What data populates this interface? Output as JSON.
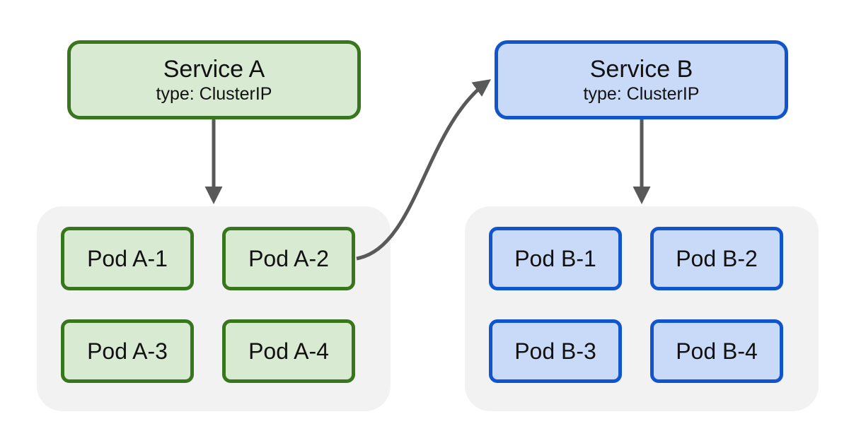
{
  "colors": {
    "green_fill": "#d9ead3",
    "green_border": "#38761d",
    "blue_fill": "#c9daf8",
    "blue_border": "#1155cc",
    "group_background": "#f2f2f2",
    "arrow": "#595959"
  },
  "service_a": {
    "title": "Service A",
    "type": "type: ClusterIP",
    "pods": [
      "Pod A-1",
      "Pod A-2",
      "Pod A-3",
      "Pod A-4"
    ]
  },
  "service_b": {
    "title": "Service B",
    "type": "type: ClusterIP",
    "pods": [
      "Pod B-1",
      "Pod B-2",
      "Pod B-3",
      "Pod B-4"
    ]
  }
}
